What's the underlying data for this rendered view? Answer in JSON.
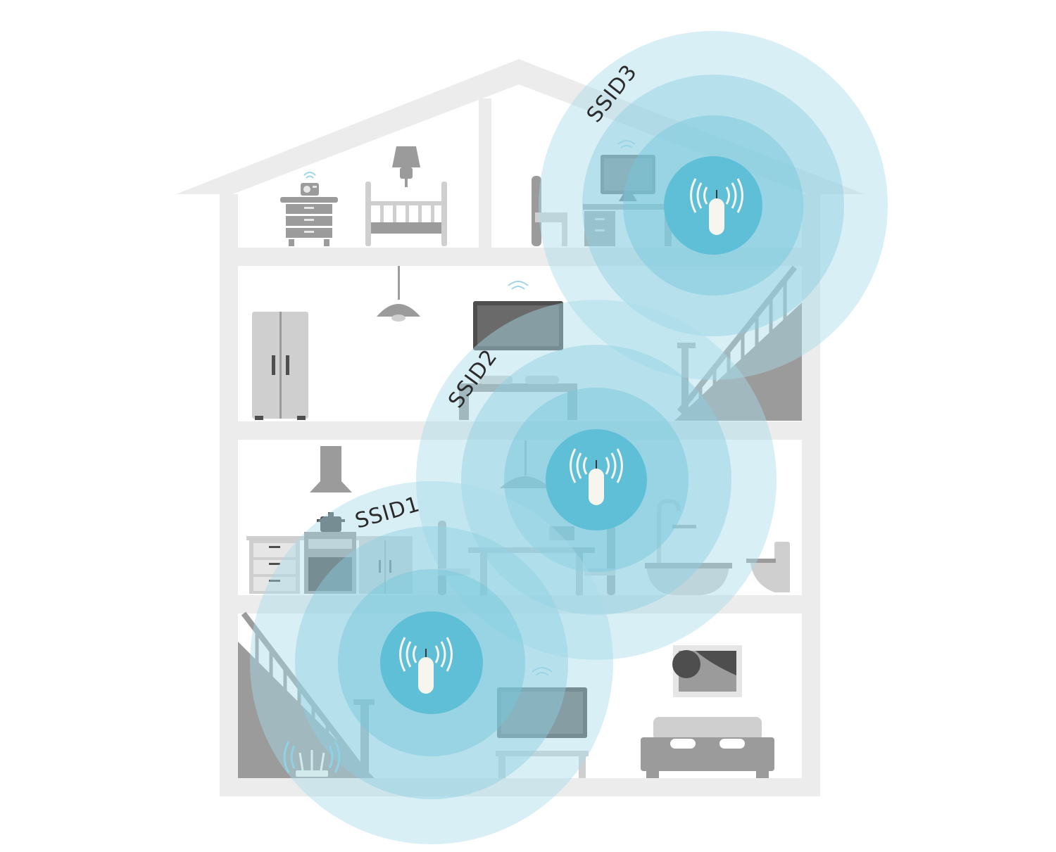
{
  "diagram": {
    "labels": {
      "ssid1": "SSID1",
      "ssid2": "SSID2",
      "ssid3": "SSID3"
    },
    "colors": {
      "house": "#ececec",
      "furniture": "#9b9b9b",
      "furniture_dark": "#4e4e4e",
      "signal_outer": "#d3edf3",
      "signal_mid": "#a7dae8",
      "signal_core": "#5fbfd6",
      "device": "#f6f6ef"
    },
    "icons": [
      "wifi-extender-icon",
      "router-icon",
      "wifi-signal-icon"
    ]
  }
}
